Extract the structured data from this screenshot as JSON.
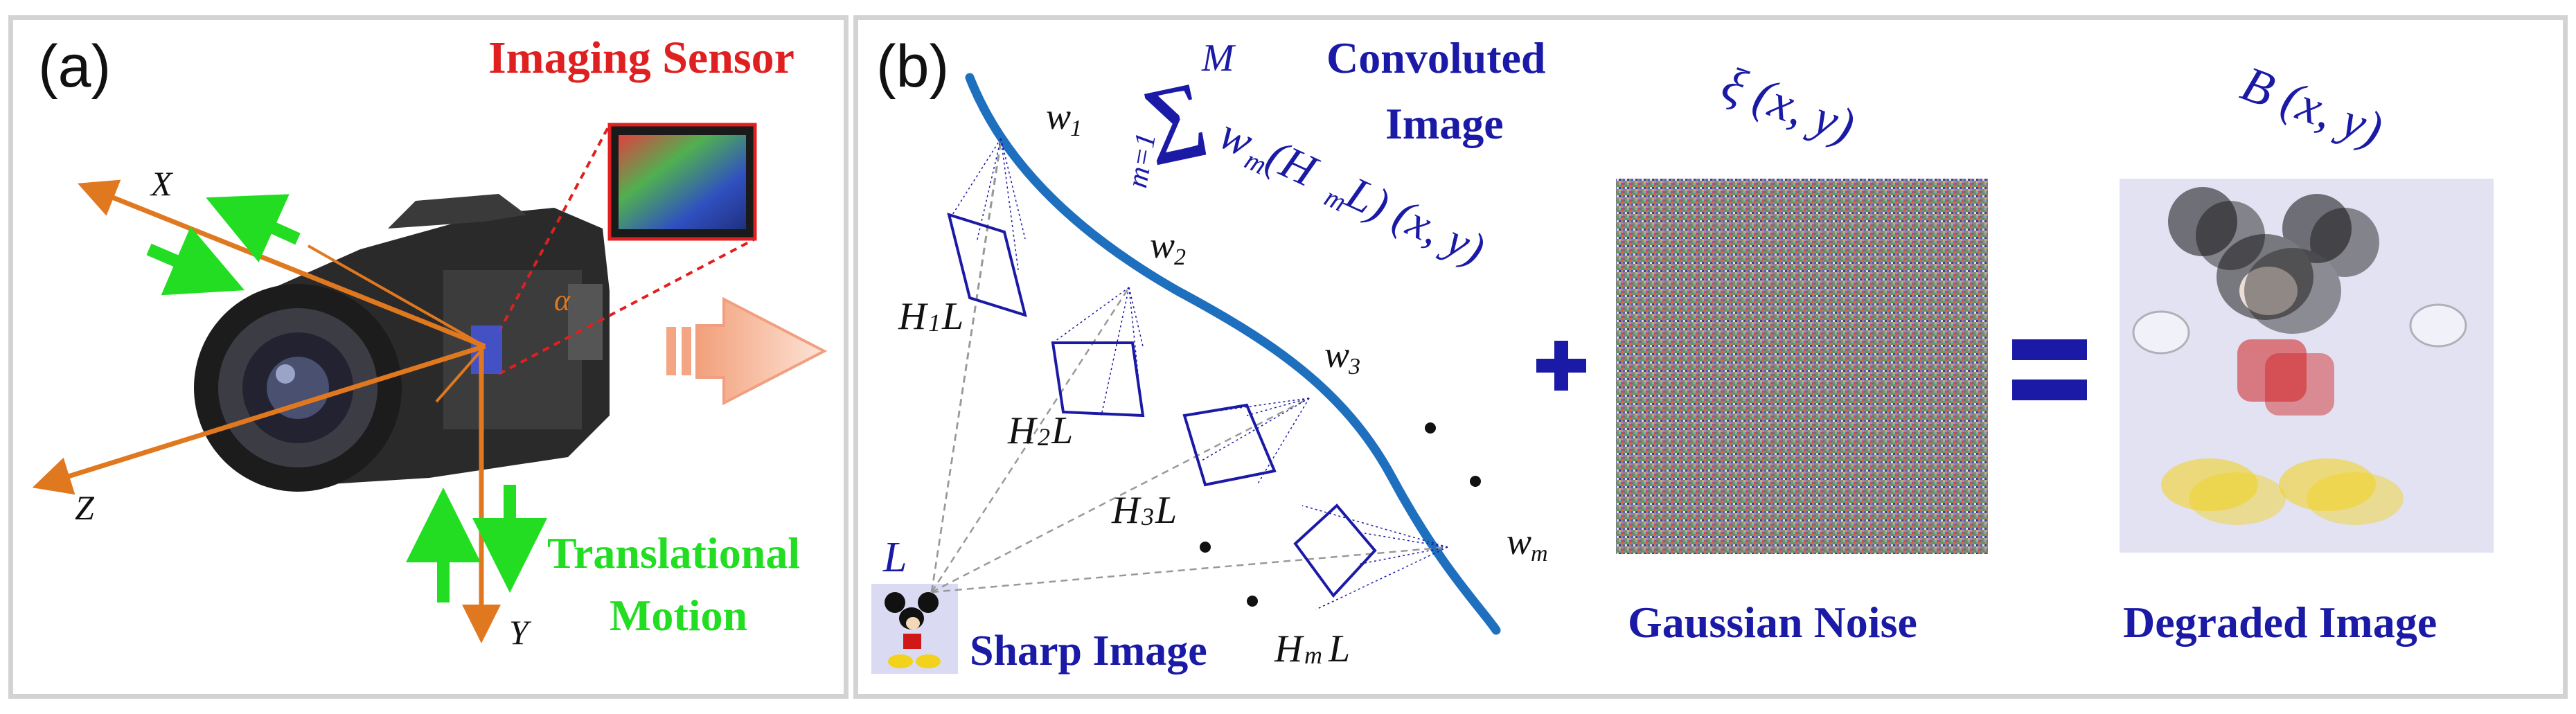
{
  "panel_a": {
    "label": "(a)",
    "imaging_sensor": "Imaging Sensor",
    "motion_line1": "Translational",
    "motion_line2": "Motion",
    "axis_x": "X",
    "axis_y": "Y",
    "axis_z": "Z",
    "angle": "α"
  },
  "panel_b": {
    "label": "(b)",
    "convoluted_line1": "Convoluted",
    "convoluted_line2": "Image",
    "sum_top": "M",
    "sum_symbol": "∑",
    "sum_bottom": "m=1",
    "sum_term": "w",
    "sum_term_sub": "m",
    "sum_tail": " (H",
    "sum_tail_sub": "m",
    "sum_tail_end": "L) (x, y)",
    "weights": [
      {
        "w": "w",
        "sub": "1"
      },
      {
        "w": "w",
        "sub": "2"
      },
      {
        "w": "w",
        "sub": "3"
      },
      {
        "w": "w",
        "sub": "m"
      }
    ],
    "kernels": [
      {
        "H": "H",
        "sub": "1",
        "L": "L"
      },
      {
        "H": "H",
        "sub": "2",
        "L": "L"
      },
      {
        "H": "H",
        "sub": "3",
        "L": "L"
      },
      {
        "H": "H",
        "sub": "m",
        "L": "L"
      }
    ],
    "sharp_L": "L",
    "sharp_image": "Sharp Image",
    "plus": "+",
    "equals": "=",
    "noise_symbol": "ξ (x, y)",
    "noise_label": "Gaussian Noise",
    "blur_symbol": "B (x, y)",
    "degraded_label": "Degraded Image"
  },
  "colors": {
    "navy": "#1a1aa6",
    "red": "#e02020",
    "green": "#22dd22",
    "orange": "#e07820",
    "curve": "#1f6fbf",
    "border": "#d3d3d3"
  }
}
